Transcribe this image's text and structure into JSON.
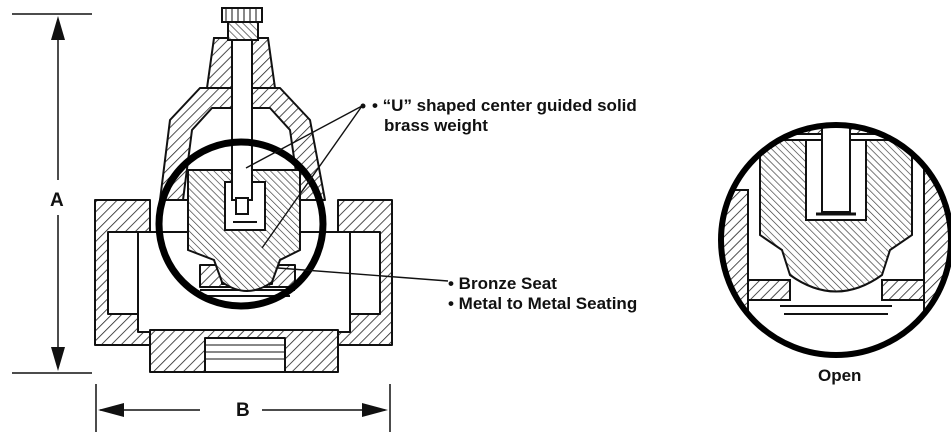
{
  "dimensions": {
    "height_label": "A",
    "width_label": "B"
  },
  "callouts": {
    "weight_line1": "• “U” shaped center guided solid",
    "weight_line2": "brass weight",
    "seat_line1": "• Bronze Seat",
    "seat_line2": "• Metal to Metal Seating"
  },
  "detail": {
    "caption": "Open"
  }
}
